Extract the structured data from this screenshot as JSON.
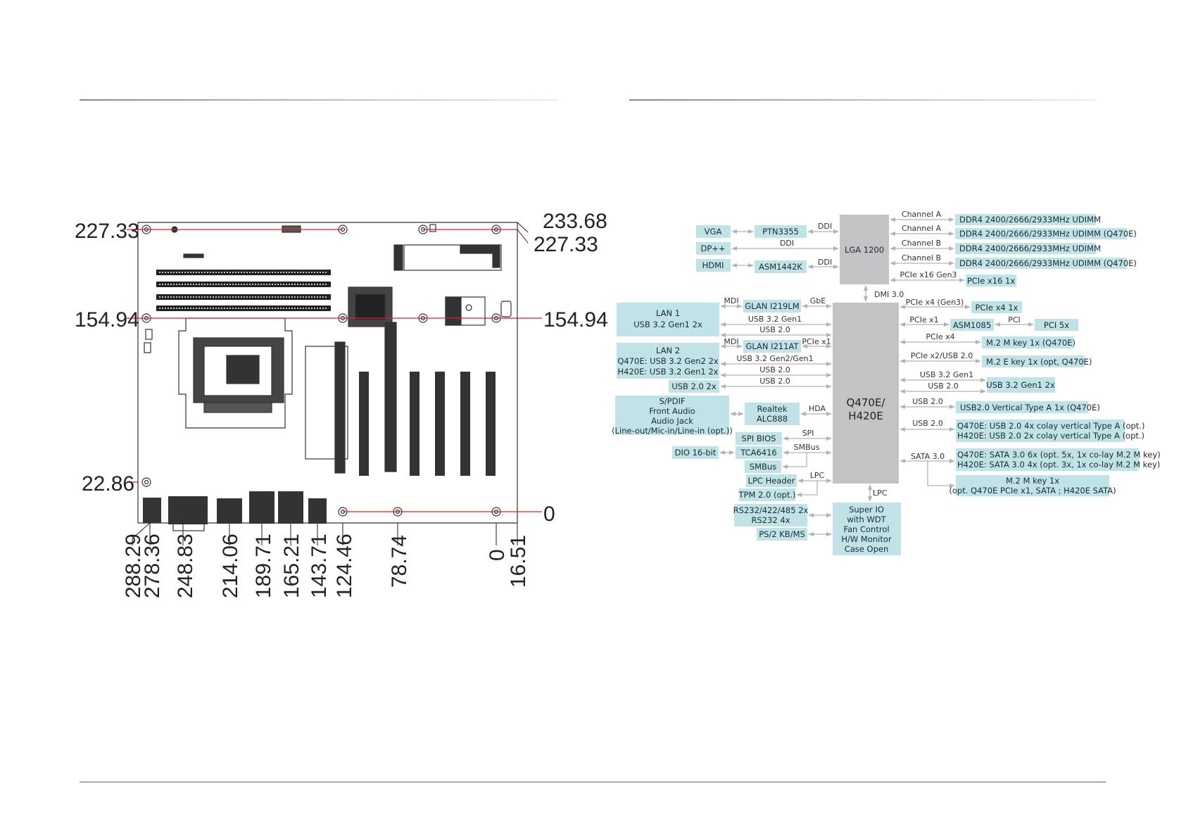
{
  "dimensions": {
    "left": [
      "227.33",
      "154.94",
      "22.86"
    ],
    "right_top": [
      "233.68",
      "227.33"
    ],
    "right": [
      "154.94",
      "0"
    ],
    "bottom": [
      "288.29",
      "278.36",
      "248.83",
      "214.06",
      "189.71",
      "165.21",
      "143.71",
      "124.46",
      "78.74",
      "0",
      "16.51"
    ]
  },
  "block": {
    "cpu": "LGA 1200",
    "pch": [
      "Q470E/",
      "H420E"
    ],
    "dmi": "DMI 3.0",
    "lpc_vertical": "LPC",
    "left_boxes": {
      "vga": "VGA",
      "ptn": "PTN3355",
      "dp": "DP++",
      "hdmi": "HDMI",
      "asm1442k": "ASM1442K",
      "lan1": [
        "LAN 1",
        "USB 3.2 Gen1 2x"
      ],
      "glan219": "GLAN I219LM",
      "lan2": [
        "LAN 2",
        "Q470E: USB 3.2 Gen2 2x",
        "H420E: USB 3.2 Gen1 2x"
      ],
      "glan211": "GLAN I211AT",
      "usb20_2x": "USB 2.0 2x",
      "audio": [
        "S/PDIF",
        "Front Audio",
        "Audio Jack",
        "(Line-out/Mic-in/Line-in (opt.))"
      ],
      "realtek": [
        "Realtek",
        "ALC888"
      ],
      "spi_bios": "SPI BIOS",
      "dio": "DIO 16-bit",
      "tca": "TCA6416",
      "smbus": "SMBus",
      "lpc_header": "LPC Header",
      "tpm": "TPM 2.0 (opt.)",
      "rs232": [
        "RS232/422/485 2x",
        "RS232 4x"
      ],
      "ps2": "PS/2 KB/MS",
      "superio": [
        "Super IO",
        "with WDT",
        "Fan Control",
        "H/W Monitor",
        "Case Open"
      ]
    },
    "left_labels": {
      "ddi1": "DDI",
      "ddi2": "DDI",
      "ddi3": "DDI",
      "mdi1": "MDI",
      "gbe": "GbE",
      "usb32g1": "USB 3.2 Gen1",
      "usb20a": "USB 2.0",
      "mdi2": "MDI",
      "pciex1": "PCIe x1",
      "usb32g2g1": "USB 3.2 Gen2/Gen1",
      "usb20b": "USB 2.0",
      "usb20c": "USB 2.0",
      "hda": "HDA",
      "spi": "SPI",
      "smbus_l": "SMBus",
      "lpc": "LPC"
    },
    "right_boxes": {
      "ddr1": "DDR4 2400/2666/2933MHz UDIMM",
      "ddr2": "DDR4 2400/2666/2933MHz UDIMM (Q470E)",
      "ddr3": "DDR4 2400/2666/2933MHz UDIMM",
      "ddr4": "DDR4 2400/2666/2933MHz UDIMM (Q470E)",
      "pcie16": "PCIe x16 1x",
      "pcie4": "PCIe x4 1x",
      "asm1085": "ASM1085",
      "pci5x": "PCI 5x",
      "m2m": "M.2 M key 1x (Q470E)",
      "m2e": "M.2 E key 1x (opt, Q470E)",
      "usb32g1_2x": "USB 3.2 Gen1 2x",
      "usb2vert": "USB2.0 Vertical Type A 1x (Q470E)",
      "usb2colay": [
        "Q470E: USB 2.0 4x colay vertical Type A (opt.)",
        "H420E: USB 2.0 2x colay vertical Type A (opt.)"
      ],
      "sata": [
        "Q470E: SATA 3.0 6x (opt. 5x, 1x co-lay M.2 M key)",
        "H420E: SATA 3.0 4x (opt. 3x, 1x co-lay M.2 M key)"
      ],
      "m2m2": [
        "M.2 M key 1x",
        "(opt. Q470E PCIe x1, SATA ; H420E SATA)"
      ]
    },
    "right_labels": {
      "cha1": "Channel A",
      "cha2": "Channel A",
      "chb1": "Channel B",
      "chb2": "Channel B",
      "pcie16g3": "PCIe x16 Gen3",
      "pcie4g3": "PCIe x4 (Gen3)",
      "pciex1": "PCIe x1",
      "pci": "PCI",
      "pciex4": "PCIe x4",
      "pciex2": "PCIe x2/USB 2.0",
      "usb32g1": "USB 3.2 Gen1",
      "usb20a": "USB 2.0",
      "usb20b": "USB 2.0",
      "usb20c": "USB 2.0",
      "sata30": "SATA 3.0"
    }
  }
}
